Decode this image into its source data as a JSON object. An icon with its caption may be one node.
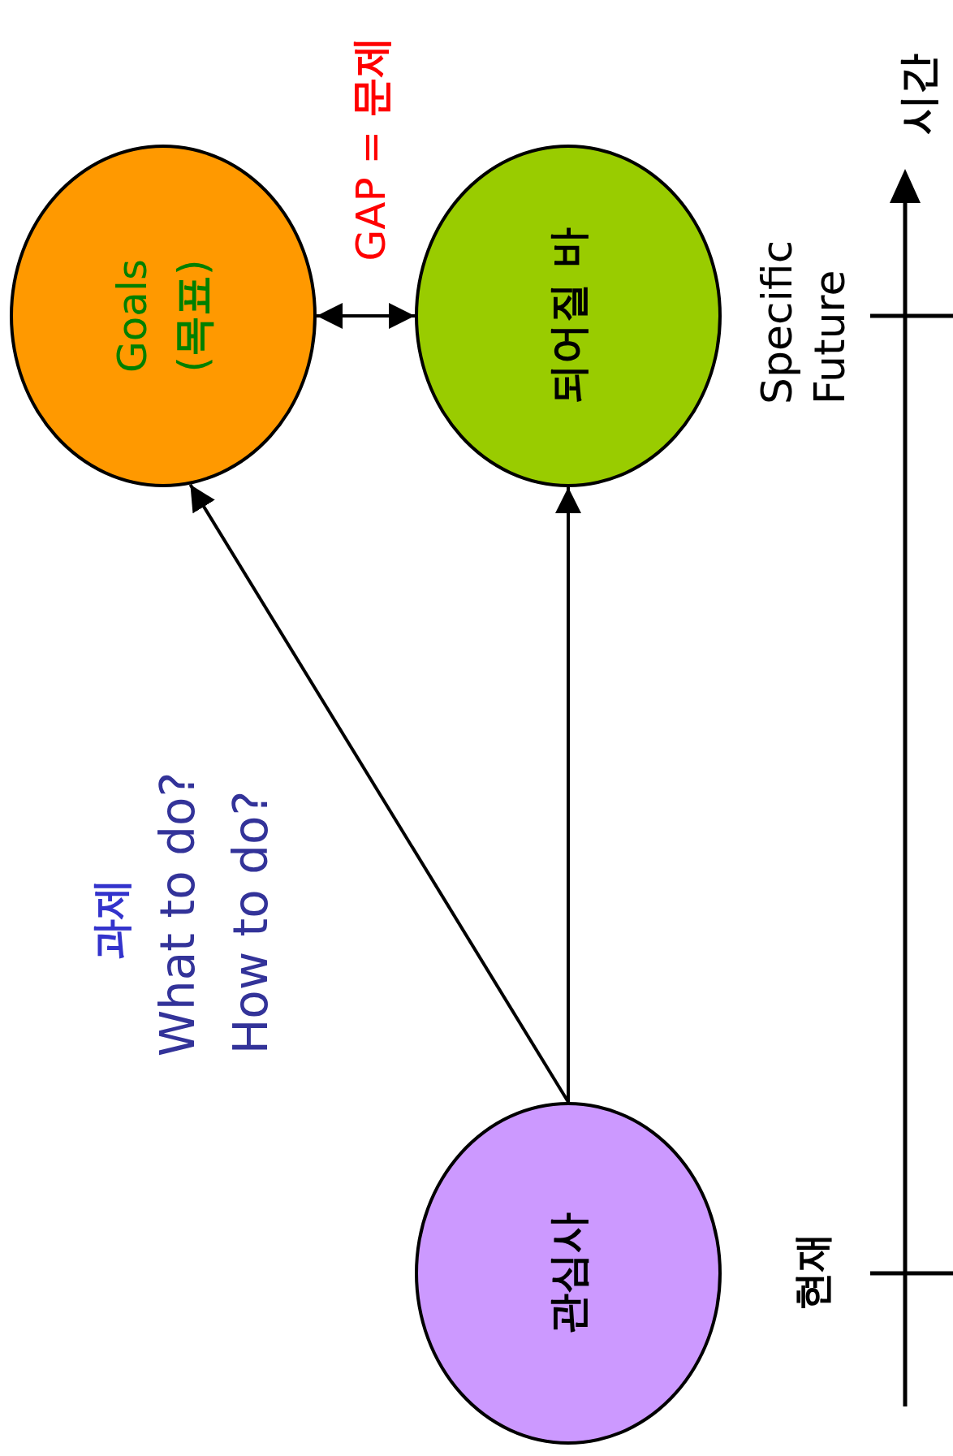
{
  "diagram": {
    "nodes": [
      {
        "text": [
          "Goals",
          "(**목표**)"
        ]
      },
      {
        "text": [
          "되어질 바"
        ]
      },
      {
        "text": [
          "관심사"
        ]
      }
    ],
    "edges": [
      {
        "from": 2,
        "to": 0,
        "arrow": "to"
      },
      {
        "from": 2,
        "to": 1,
        "arrow": "to"
      },
      {
        "from": 0,
        "to": 1,
        "arrow": "both",
        "label": "GAP = **문제**"
      }
    ],
    "labels": [
      "시간",
      "Specific Future",
      "과제",
      "What to do?",
      "How to do?",
      "현재"
    ]
  }
}
